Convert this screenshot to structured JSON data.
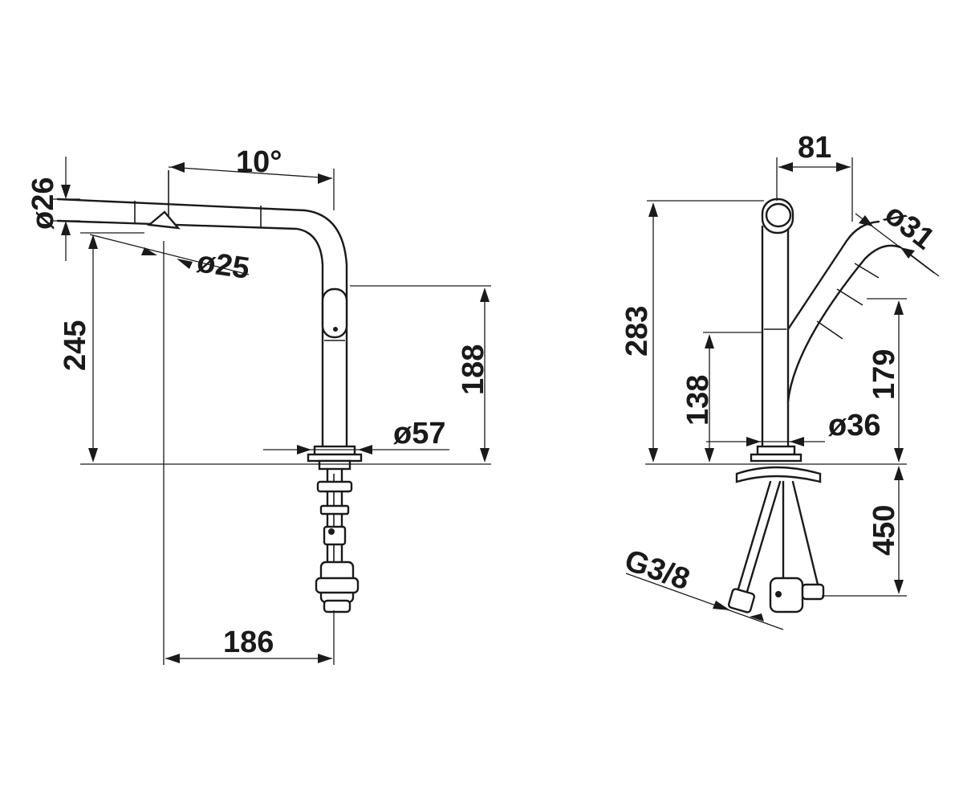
{
  "diagram": {
    "side_view": {
      "angle": "10°",
      "hose_diameter": "ø26",
      "spray_diameter": "ø25",
      "overall_height": "245",
      "body_height": "188",
      "base_diameter": "ø57",
      "reach": "186"
    },
    "front_view": {
      "head_width": "81",
      "spray_diameter": "ø31",
      "overall_height": "283",
      "lever_height": "138",
      "spray_height": "179",
      "base_diameter": "ø36",
      "hose_length": "450",
      "connection_thread": "G3/8"
    }
  }
}
